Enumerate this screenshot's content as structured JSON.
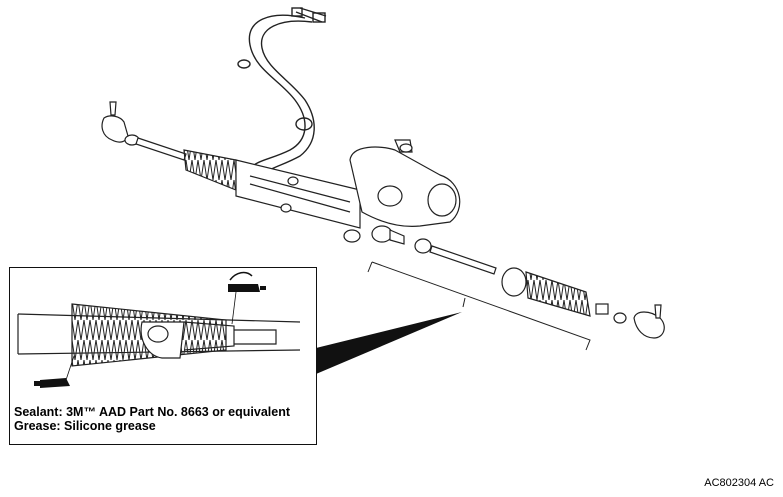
{
  "callout": {
    "sealant_line": "Sealant: 3M™ AAD Part No. 8663 or equivalent",
    "grease_line": "Grease: Silicone grease"
  },
  "figure_code": "AC802304 AC",
  "icons": [
    "sealant-tube-icon",
    "grease-tube-icon"
  ]
}
